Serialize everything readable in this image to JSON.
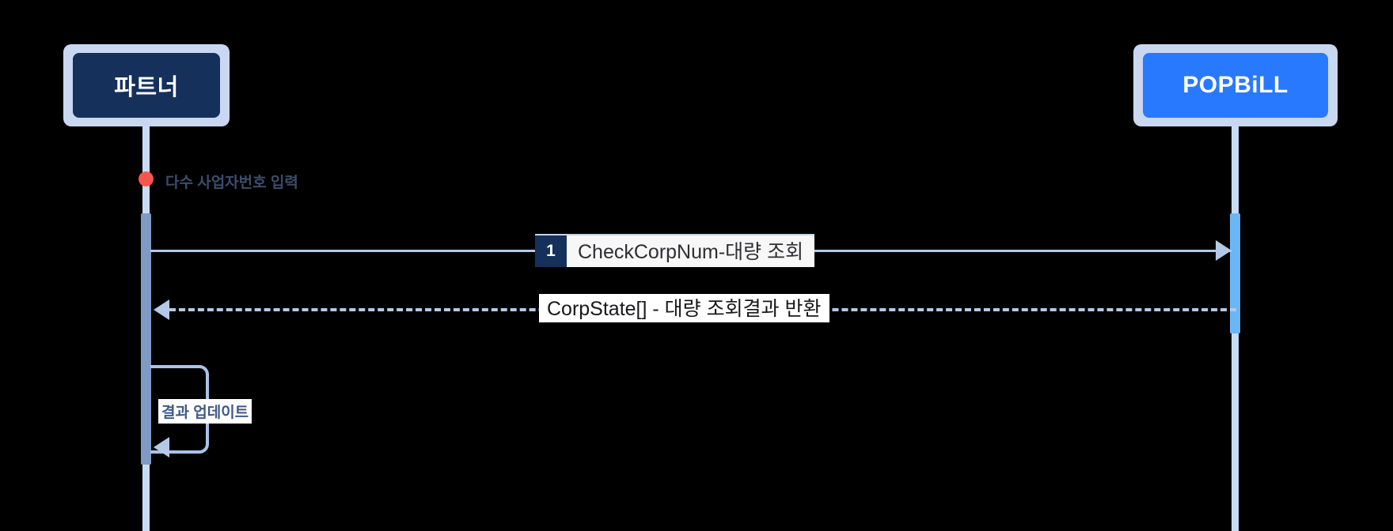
{
  "diagram": {
    "type": "sequence-diagram",
    "background_color": "#000000",
    "accent_colors": {
      "partner_box": "#16305c",
      "popbill_box": "#2979ff",
      "actor_frame": "#c9d8f0",
      "lifeline": "#c9dcf5",
      "partner_activation": "#7f9bc4",
      "popbill_activation": "#6cb6f5",
      "message_line": "#b4c9e8",
      "start_dot": "#f9554e",
      "seq_badge": "#16305c"
    }
  },
  "actors": [
    {
      "id": "partner",
      "label": "파트너"
    },
    {
      "id": "popbill",
      "label": "POPBiLL"
    }
  ],
  "start_note": {
    "icon": "red-dot",
    "text": "다수 사업자번호 입력"
  },
  "messages": [
    {
      "seq": "1",
      "label": "CheckCorpNum-대량 조회",
      "from": "partner",
      "to": "popbill",
      "style": "solid",
      "direction": "right"
    },
    {
      "seq": "",
      "label": "CorpState[] - 대량 조회결과 반환",
      "from": "popbill",
      "to": "partner",
      "style": "dashed",
      "direction": "left"
    },
    {
      "seq": "",
      "label": "결과 업데이트",
      "from": "partner",
      "to": "partner",
      "style": "self-loop",
      "direction": "left"
    }
  ]
}
